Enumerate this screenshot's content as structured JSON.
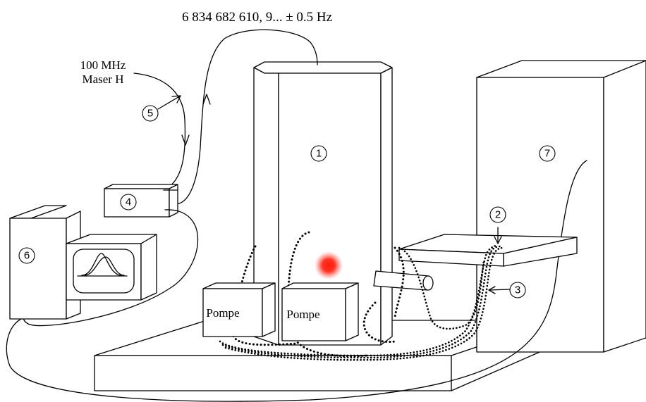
{
  "frequency_text": "6 834 682 610, 9... ± 0.5 Hz",
  "reference_line1": "100 MHz",
  "reference_line2": "Maser H",
  "pump_labels": [
    "Pompe",
    "Pompe"
  ],
  "markers": [
    "1",
    "2",
    "3",
    "4",
    "5",
    "6",
    "7"
  ],
  "colors": {
    "atom_cloud": "#ff2a1a",
    "ink": "#000000"
  }
}
